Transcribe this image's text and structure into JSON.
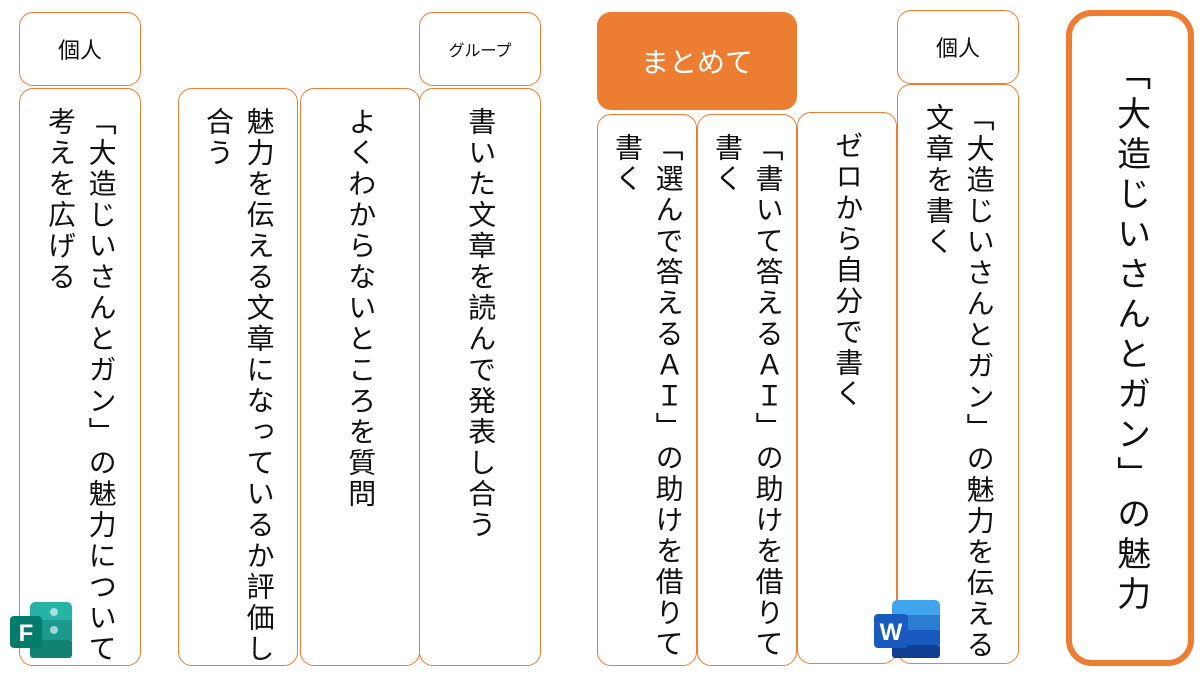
{
  "headers": {
    "individual_left": "個人",
    "group": "グループ",
    "matome": "まとめて",
    "individual_right": "個人"
  },
  "columns": {
    "c1": "「大造じいさんとガン」の魅力について考えを広げる",
    "c2": "魅力を伝える文章になっているか評価し合う",
    "c3": "よくわからないところを質問",
    "c4": "書いた文章を読んで発表し合う",
    "c5": "「選んで答えるＡＩ」の助けを借りて書く",
    "c6": "「書いて答えるＡＩ」の助けを借りて書く",
    "c7": "ゼロから自分で書く",
    "c8": "「大造じいさんとガン」の魅力を伝える文章を書く"
  },
  "theme": "「大造じいさんとガン」の魅力",
  "icons": {
    "forms_letter": "F",
    "word_letter": "W"
  },
  "colors": {
    "accent": "#ED7D31",
    "forms": "#037C6E",
    "word": "#185ABD"
  }
}
